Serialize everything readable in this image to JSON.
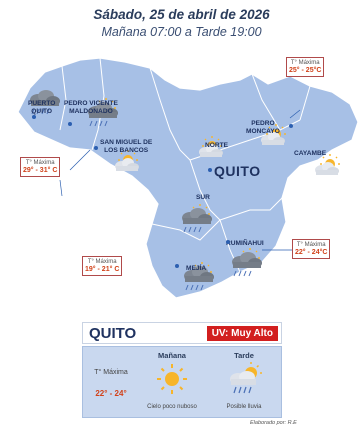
{
  "header": {
    "date_line": "Sábado, 25 de abril de 2026",
    "time_line": "Mañana 07:00 a Tarde 19:00"
  },
  "map": {
    "city_label": "QUITO",
    "places": {
      "puerto_quito_1": "PUERTO",
      "puerto_quito_2": "QUITO",
      "pvm_1": "PEDRO VICENTE",
      "pvm_2": "MALDONADO",
      "smb_1": "SAN MIGUEL DE",
      "smb_2": "LOS BANCOS",
      "norte": "NORTE",
      "pedro_moncayo_1": "PEDRO",
      "pedro_moncayo_2": "MONCAYO",
      "cayambe": "CAYAMBE",
      "sur": "SUR",
      "rumiñahui": "RUMIÑAHUI",
      "mejia": "MEJÍA"
    },
    "temp_boxes": [
      {
        "label": "T° Máxima",
        "value": "25° - 25°C"
      },
      {
        "label": "T° Máxima",
        "value": "29° - 31° C"
      },
      {
        "label": "T° Máxima",
        "value": "22° - 24°C"
      },
      {
        "label": "T° Máxima",
        "value": "19° - 21° C"
      }
    ]
  },
  "panel": {
    "city": "QUITO",
    "uv": "UV: Muy Alto",
    "temp_label": "T° Máxima",
    "temp_range": "22° - 24°",
    "morning": {
      "heading": "Mañana",
      "icon": "sun-icon",
      "desc": "Cielo poco nuboso"
    },
    "afternoon": {
      "heading": "Tarde",
      "icon": "sun-cloud-rain-icon",
      "desc": "Posible lluvia"
    }
  },
  "credit": "Elaborado por: R.E",
  "colors": {
    "map": "#a7c0e6",
    "title": "#2b3d5c",
    "uv": "#d21f1f",
    "temp": "#d1421a"
  }
}
